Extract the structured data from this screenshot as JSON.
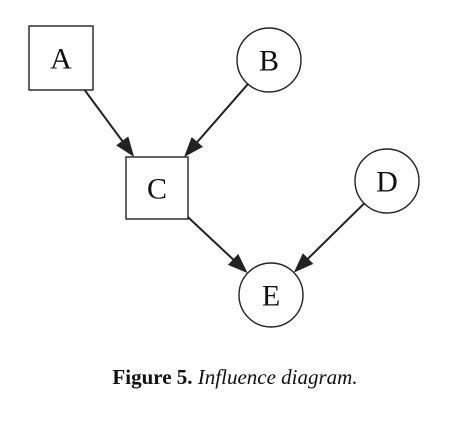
{
  "nodes": [
    {
      "id": "A",
      "label": "A",
      "shape": "square"
    },
    {
      "id": "B",
      "label": "B",
      "shape": "circle"
    },
    {
      "id": "C",
      "label": "C",
      "shape": "square"
    },
    {
      "id": "D",
      "label": "D",
      "shape": "circle"
    },
    {
      "id": "E",
      "label": "E",
      "shape": "circle"
    }
  ],
  "edges": [
    {
      "from": "A",
      "to": "C"
    },
    {
      "from": "B",
      "to": "C"
    },
    {
      "from": "C",
      "to": "E"
    },
    {
      "from": "D",
      "to": "E"
    }
  ],
  "caption": {
    "figure_label": "Figure 5.",
    "text": "Influence diagram."
  },
  "colors": {
    "stroke": "#222222",
    "text": "#111111",
    "background": "#ffffff"
  }
}
